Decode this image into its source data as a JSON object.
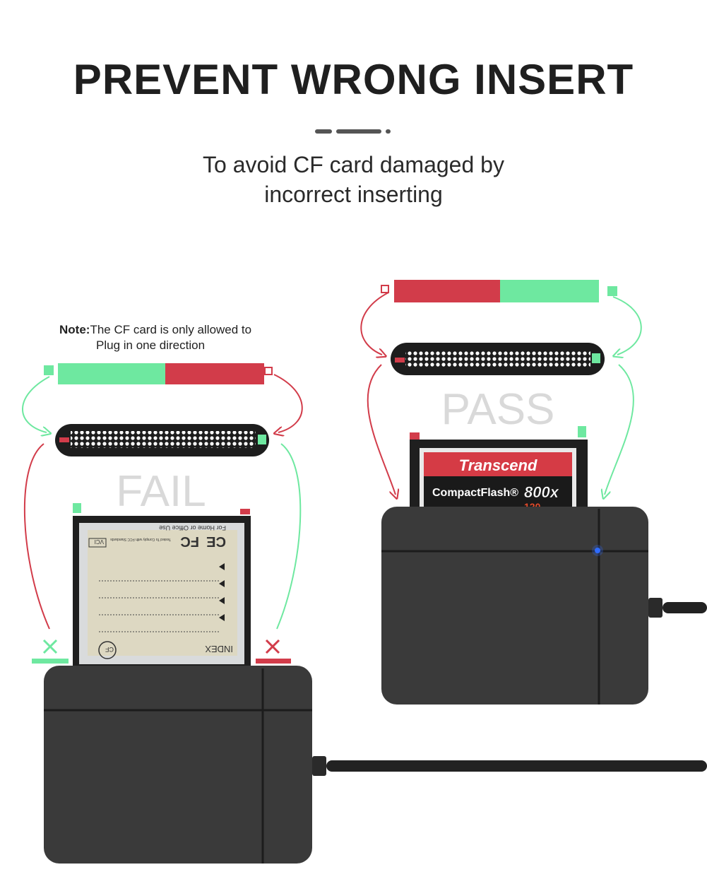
{
  "header": {
    "title": "PREVENT WRONG INSERT",
    "subtitle_line1": "To avoid CF card damaged by",
    "subtitle_line2": "incorrect inserting"
  },
  "note": {
    "label": "Note:",
    "line1": "The CF card is only allowed to",
    "line2": "Plug in one direction"
  },
  "left_panel": {
    "status": "FAIL",
    "card_back_text": {
      "index": "INDEX",
      "cf": "CF",
      "home": "For Home or Office Use",
      "tested": "Tested To Comply with FCC Standards",
      "vci": "VCI"
    }
  },
  "right_panel": {
    "status": "PASS",
    "card_brand": "Transcend",
    "card_type": "CompactFlash®",
    "card_speed": "800x",
    "card_speed2": "120"
  },
  "colors": {
    "red": "#d23c4a",
    "green": "#6ee8a0",
    "reader": "#3a3a3a",
    "led": "#2e6bff"
  }
}
